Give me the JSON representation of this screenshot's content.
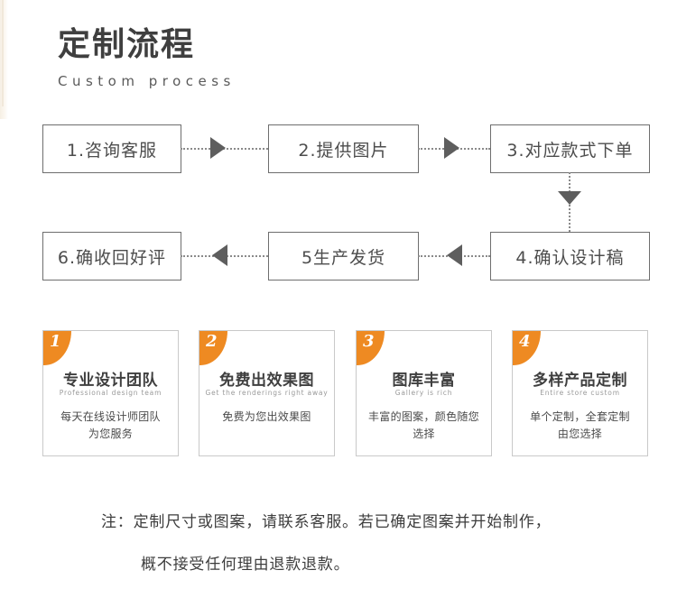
{
  "header": {
    "title": "定制流程",
    "subtitle": "Custom process"
  },
  "colors": {
    "accent_orange": "#ee8a22",
    "box_border": "#6e6e6e",
    "card_border": "#c9c9c9",
    "text_dark": "#3f3f3f",
    "dotted_line": "#8a8a8a"
  },
  "flow": {
    "steps": [
      {
        "label": "1.咨询客服",
        "row": 1,
        "col": 1
      },
      {
        "label": "2.提供图片",
        "row": 1,
        "col": 2
      },
      {
        "label": "3.对应款式下单",
        "row": 1,
        "col": 3
      },
      {
        "label": "4.确认设计稿",
        "row": 2,
        "col": 3
      },
      {
        "label": "5生产发货",
        "row": 2,
        "col": 2
      },
      {
        "label": "6.确收回好评",
        "row": 2,
        "col": 1
      }
    ],
    "connectors": [
      {
        "from": "1.咨询客服",
        "to": "2.提供图片",
        "direction": "right"
      },
      {
        "from": "2.提供图片",
        "to": "3.对应款式下单",
        "direction": "right"
      },
      {
        "from": "3.对应款式下单",
        "to": "4.确认设计稿",
        "direction": "down"
      },
      {
        "from": "4.确认设计稿",
        "to": "5生产发货",
        "direction": "left"
      },
      {
        "from": "5生产发货",
        "to": "6.确收回好评",
        "direction": "left"
      }
    ]
  },
  "cards": [
    {
      "badge": "1",
      "title": "专业设计团队",
      "english": "Professional design team",
      "desc": "每天在线设计师团队\n为您服务"
    },
    {
      "badge": "2",
      "title": "免费出效果图",
      "english": "Get the renderings right away",
      "desc": "免费为您出效果图"
    },
    {
      "badge": "3",
      "title": "图库丰富",
      "english": "Gallery is rich",
      "desc": "丰富的图案，颜色随您\n选择"
    },
    {
      "badge": "4",
      "title": "多样产品定制",
      "english": "Entire store custom",
      "desc": "单个定制，全套定制\n由您选择"
    }
  ],
  "note": {
    "line1": "注：定制尺寸或图案，请联系客服。若已确定图案并开始制作，",
    "line2": "概不接受任何理由退款退款。"
  }
}
